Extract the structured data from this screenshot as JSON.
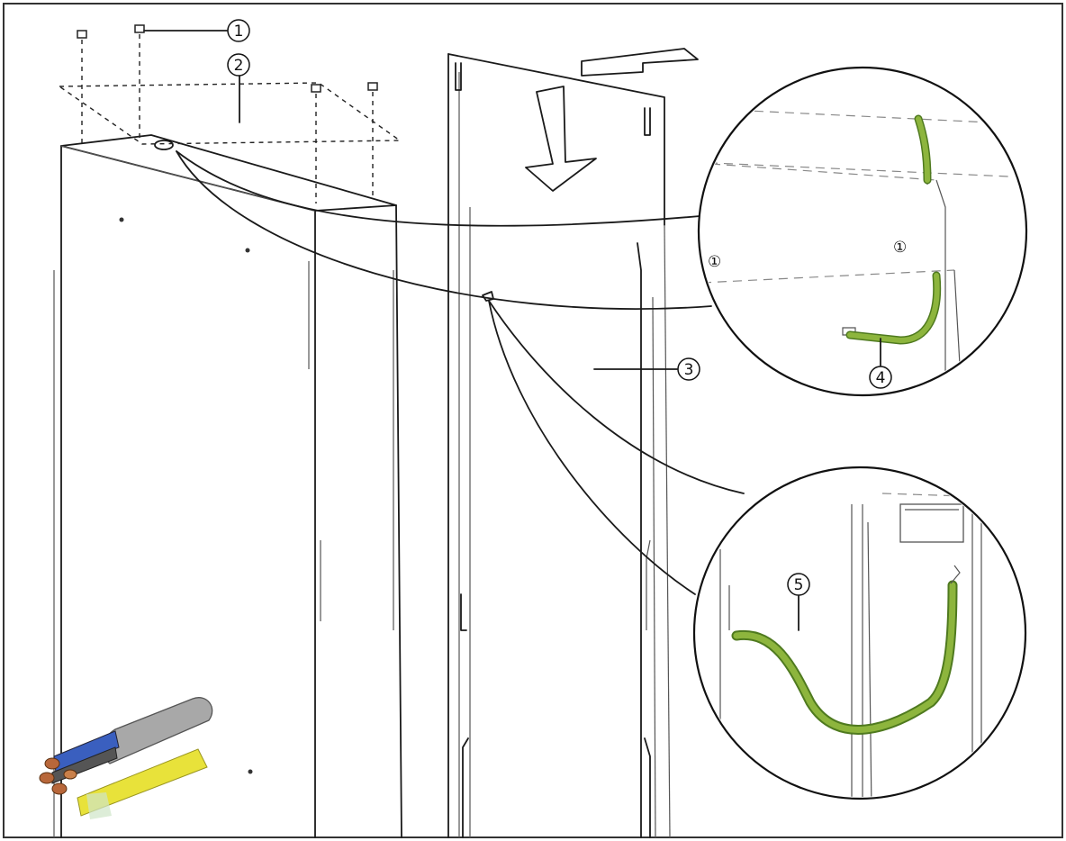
{
  "callouts": [
    {
      "id": "1",
      "text": "1"
    },
    {
      "id": "2",
      "text": "2"
    },
    {
      "id": "3",
      "text": "3"
    },
    {
      "id": "4",
      "text": "4"
    },
    {
      "id": "5",
      "text": "5"
    }
  ],
  "colors": {
    "ground_wire": "#8db53d",
    "ground_wire_dark": "#4f7a1f",
    "cable_sheath": "#a8a8a8",
    "cable_yellow": "#e8e23a",
    "cable_blue": "#3a5fbf",
    "cable_copper": "#b8673a",
    "frame": "#1a1a1a"
  },
  "icons": [
    "push-arrow-icon",
    "insert-arrow-icon",
    "screw-icon",
    "magnifier-circle"
  ]
}
